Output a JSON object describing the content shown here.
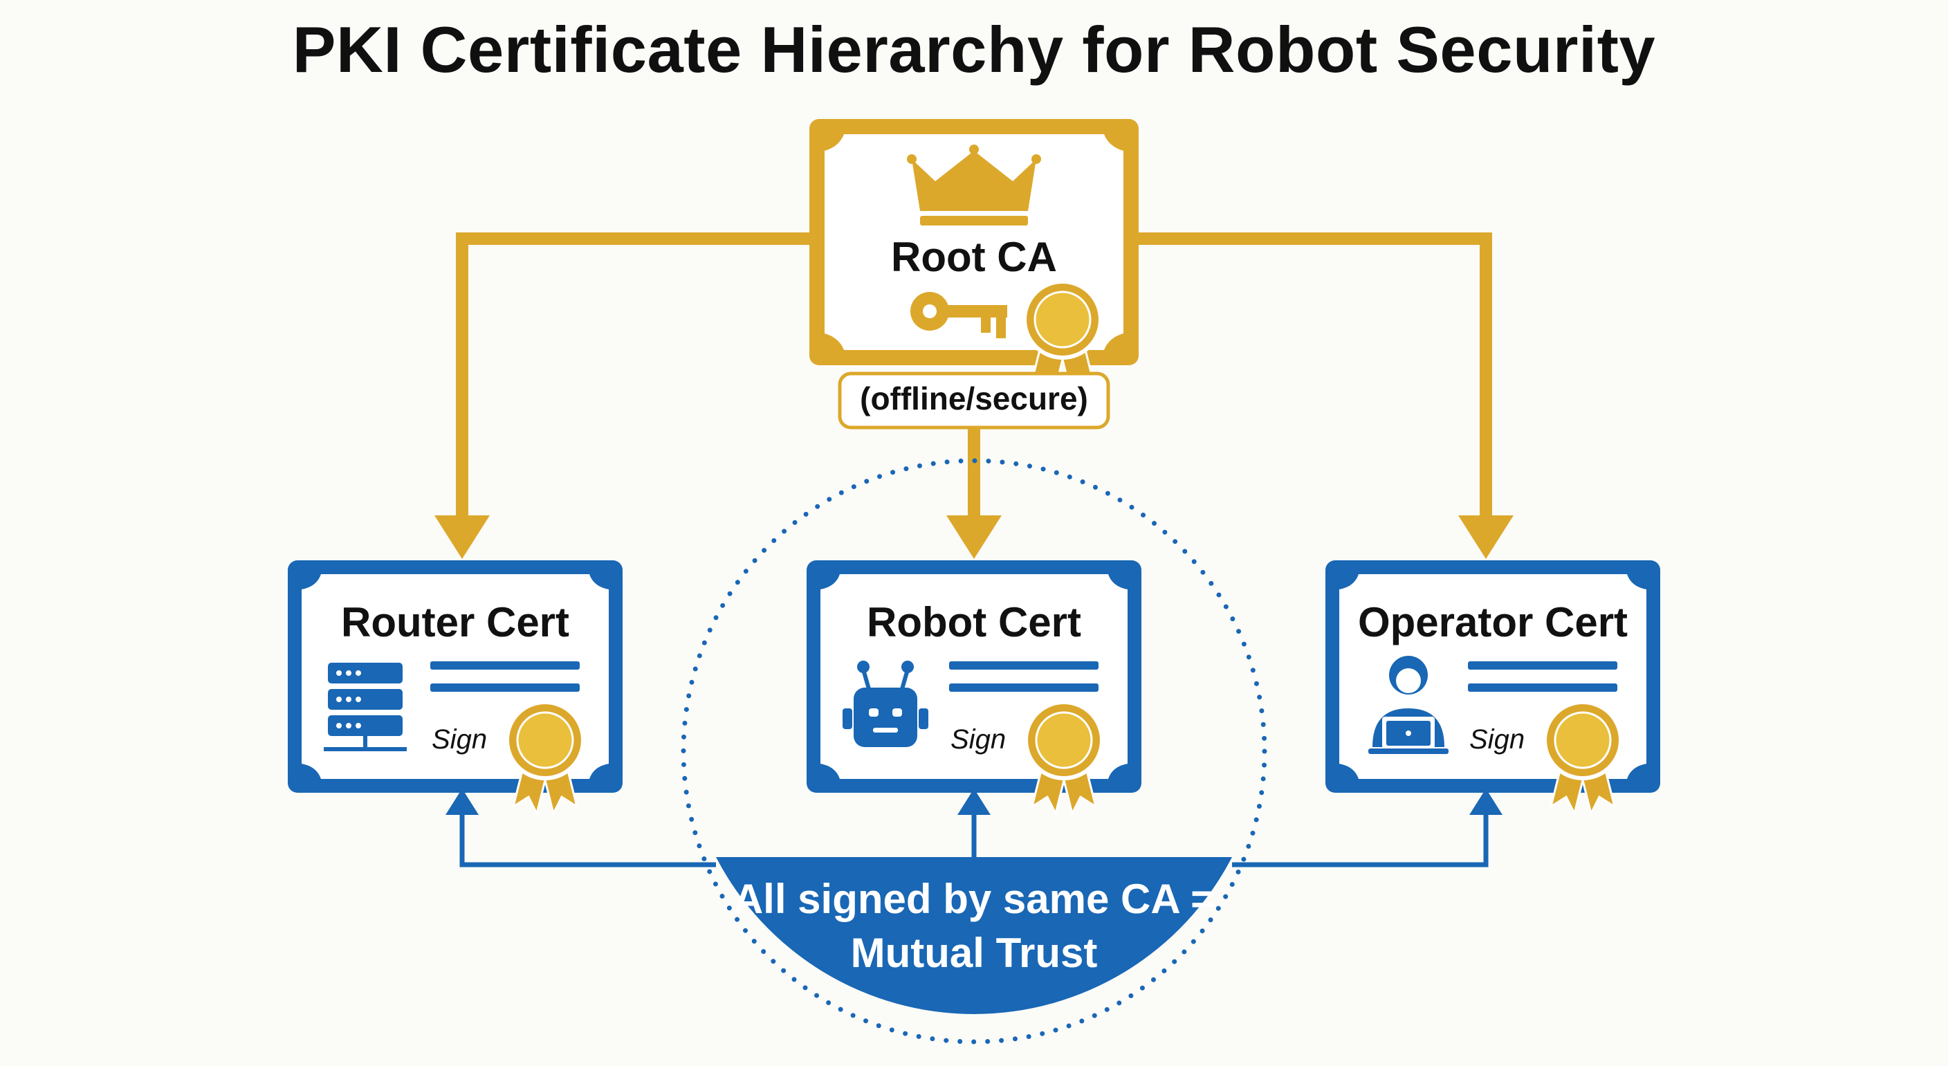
{
  "diagram": {
    "title": "PKI Certificate Hierarchy for Robot Security",
    "root": {
      "label": "Root CA",
      "note": "(offline/secure)",
      "icons": [
        "crown-icon",
        "key-icon",
        "seal-icon"
      ]
    },
    "certs": [
      {
        "label": "Router Cert",
        "icon": "server-icon",
        "signature": "Sign"
      },
      {
        "label": "Robot Cert",
        "icon": "robot-icon",
        "signature": "Sign"
      },
      {
        "label": "Operator Cert",
        "icon": "operator-laptop-icon",
        "signature": "Sign"
      }
    ],
    "trust": {
      "line1": "All signed by same CA =",
      "line2": "Mutual Trust"
    },
    "colors": {
      "gold": "#dca82b",
      "blue": "#1967b5",
      "background": "#fbfbf8"
    }
  }
}
